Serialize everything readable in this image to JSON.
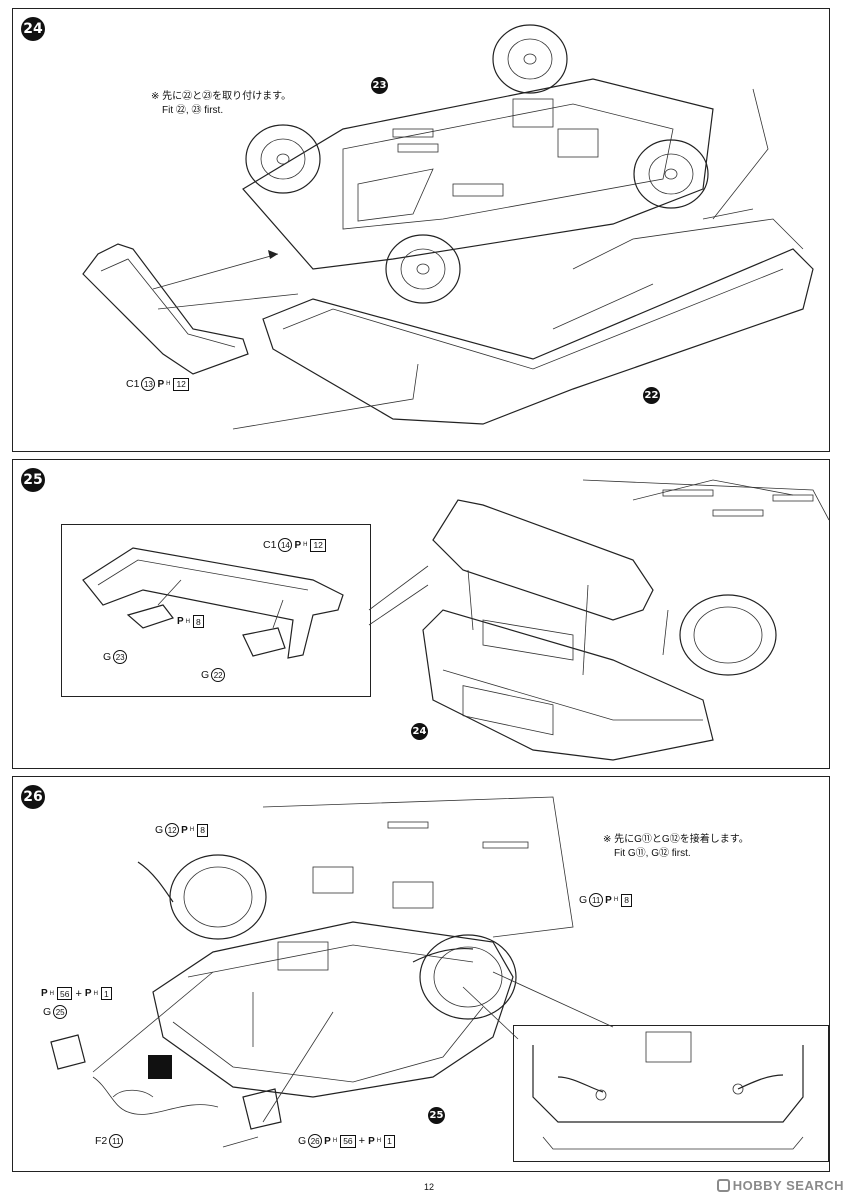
{
  "page": {
    "number": "12"
  },
  "watermark": {
    "text": "HOBBY SEARCH"
  },
  "steps": [
    {
      "number": "24",
      "ref_assembly": "23",
      "ref_body": "22",
      "note_jp": "※ 先に㉒と㉓を取り付けます。",
      "note_en": "Fit ㉒, ㉓ first.",
      "part_label": {
        "part": "C1",
        "num": "13",
        "paint": "P",
        "paint_sub": "H",
        "color": "12"
      }
    },
    {
      "number": "25",
      "ref_assembly": "24",
      "parts": [
        {
          "part": "C1",
          "num": "14",
          "paint": "P",
          "paint_sub": "H",
          "color": "12"
        },
        {
          "part": "G",
          "num": "23"
        },
        {
          "part": "G",
          "num": "22"
        }
      ],
      "shared_paint": {
        "paint": "P",
        "paint_sub": "H",
        "color": "8"
      }
    },
    {
      "number": "26",
      "ref_assembly": "25",
      "note_jp": "※ 先にG⑪とG⑫を接着します。",
      "note_en": "Fit G⑪, G⑫ first.",
      "parts": [
        {
          "part": "G",
          "num": "12",
          "paint": "P",
          "paint_sub": "H",
          "color": "8"
        },
        {
          "part": "G",
          "num": "11",
          "paint": "P",
          "paint_sub": "H",
          "color": "8"
        },
        {
          "part": "G",
          "num": "25",
          "paint_a": "56",
          "paint_b": "1"
        },
        {
          "part": "F2",
          "num": "11"
        },
        {
          "part": "G",
          "num": "26",
          "paint_a": "56",
          "paint_b": "1"
        }
      ],
      "plus": "+"
    }
  ]
}
